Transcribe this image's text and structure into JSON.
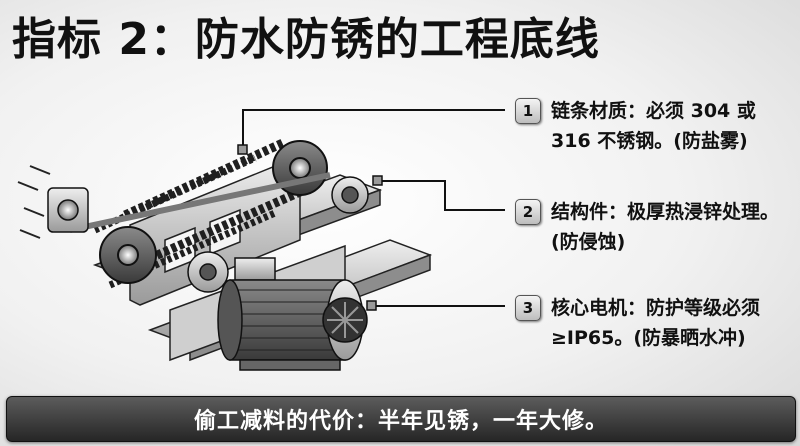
{
  "title": "指标 2：防水防锈的工程底线",
  "callouts": [
    {
      "number": "1",
      "text": "链条材质：必须 304 或 316 不锈钢。(防盐雾)"
    },
    {
      "number": "2",
      "text": "结构件：极厚热浸锌处理。(防侵蚀)"
    },
    {
      "number": "3",
      "text": "核心电机：防护等级必须≥IP65。(防暴晒水冲)"
    }
  ],
  "banner": "偷工减料的代价：半年见锈，一年大修。"
}
